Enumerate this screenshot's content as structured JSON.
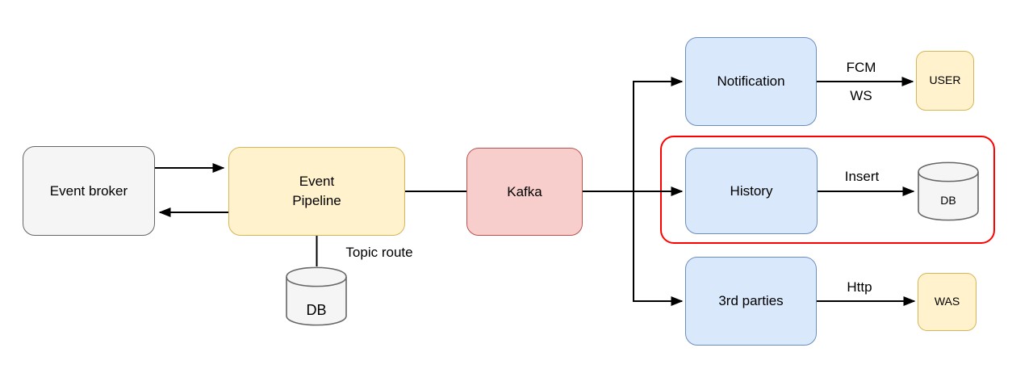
{
  "diagram": {
    "nodes": {
      "event_broker": {
        "label": "Event broker"
      },
      "event_pipeline": {
        "label_line1": "Event",
        "label_line2": "Pipeline"
      },
      "kafka": {
        "label": "Kafka"
      },
      "notification": {
        "label": "Notification"
      },
      "history": {
        "label": "History"
      },
      "third_parties": {
        "label": "3rd parties"
      },
      "user": {
        "label": "USER"
      },
      "was": {
        "label": "WAS"
      },
      "topic_route_db": {
        "label": "DB"
      },
      "history_db": {
        "label": "DB"
      }
    },
    "edge_labels": {
      "notification_to_user_line1": "FCM",
      "notification_to_user_line2": "WS",
      "history_to_db": "Insert",
      "third_parties_to_was": "Http",
      "pipeline_to_db": "Topic route"
    },
    "colors": {
      "gray_fill": "#f5f5f5",
      "gray_stroke": "#666666",
      "yellow_fill": "#fff2cc",
      "yellow_stroke": "#d6b656",
      "red_fill": "#f8cecc",
      "red_stroke": "#b85450",
      "blue_fill": "#dae8fc",
      "blue_stroke": "#6c8ebf",
      "group_stroke": "#ff0000",
      "connector": "#000000"
    }
  }
}
